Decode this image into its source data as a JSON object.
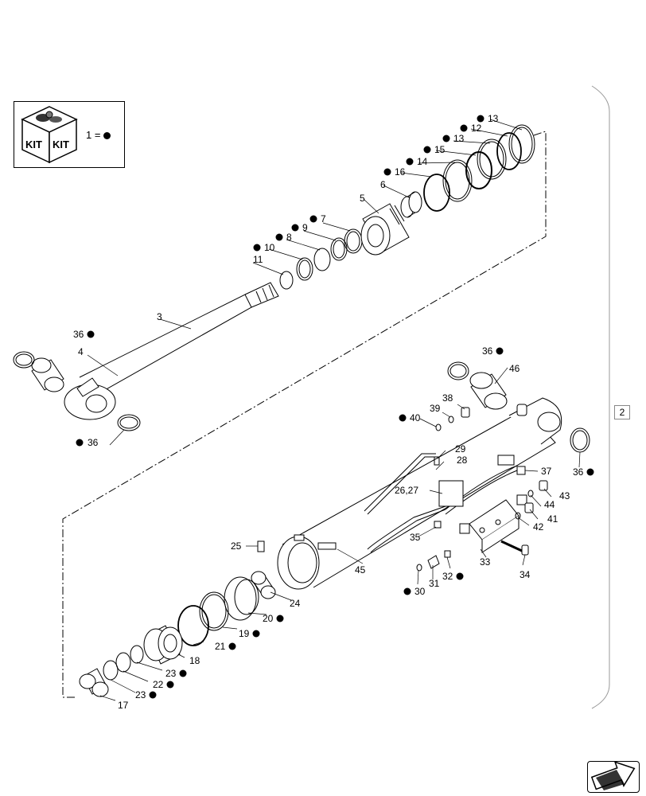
{
  "legend": {
    "kit_text": "KIT",
    "equation": "1 ="
  },
  "group_label": "2",
  "labels": [
    {
      "id": "13a",
      "text": "13",
      "dot": true
    },
    {
      "id": "12",
      "text": "12",
      "dot": true
    },
    {
      "id": "13b",
      "text": "13",
      "dot": true
    },
    {
      "id": "15",
      "text": "15",
      "dot": true
    },
    {
      "id": "14",
      "text": "14",
      "dot": true
    },
    {
      "id": "16",
      "text": "16",
      "dot": true
    },
    {
      "id": "6",
      "text": "6",
      "dot": false
    },
    {
      "id": "5",
      "text": "5",
      "dot": false
    },
    {
      "id": "7",
      "text": "7",
      "dot": true
    },
    {
      "id": "9",
      "text": "9",
      "dot": true
    },
    {
      "id": "8",
      "text": "8",
      "dot": true
    },
    {
      "id": "10",
      "text": "10",
      "dot": true
    },
    {
      "id": "11",
      "text": "11",
      "dot": false
    },
    {
      "id": "3",
      "text": "3",
      "dot": false
    },
    {
      "id": "36a",
      "text": "36",
      "dot": true
    },
    {
      "id": "4",
      "text": "4",
      "dot": false
    },
    {
      "id": "36b",
      "text": "36",
      "dot": true
    },
    {
      "id": "36c",
      "text": "36",
      "dot": true
    },
    {
      "id": "46",
      "text": "46",
      "dot": false
    },
    {
      "id": "38",
      "text": "38",
      "dot": false
    },
    {
      "id": "39",
      "text": "39",
      "dot": false
    },
    {
      "id": "40",
      "text": "40",
      "dot": true
    },
    {
      "id": "29",
      "text": "29",
      "dot": false
    },
    {
      "id": "28",
      "text": "28",
      "dot": false
    },
    {
      "id": "37",
      "text": "37",
      "dot": false
    },
    {
      "id": "36d",
      "text": "36",
      "dot": true
    },
    {
      "id": "2627",
      "text": "26,27",
      "dot": false
    },
    {
      "id": "43",
      "text": "43",
      "dot": false
    },
    {
      "id": "44",
      "text": "44",
      "dot": false
    },
    {
      "id": "41",
      "text": "41",
      "dot": false
    },
    {
      "id": "42",
      "text": "42",
      "dot": false
    },
    {
      "id": "35",
      "text": "35",
      "dot": false
    },
    {
      "id": "25",
      "text": "25",
      "dot": false
    },
    {
      "id": "45",
      "text": "45",
      "dot": false
    },
    {
      "id": "33",
      "text": "33",
      "dot": false
    },
    {
      "id": "34",
      "text": "34",
      "dot": false
    },
    {
      "id": "32",
      "text": "32",
      "dot": true
    },
    {
      "id": "31",
      "text": "31",
      "dot": false
    },
    {
      "id": "30",
      "text": "30",
      "dot": true
    },
    {
      "id": "24",
      "text": "24",
      "dot": false
    },
    {
      "id": "20",
      "text": "20",
      "dot": true
    },
    {
      "id": "19",
      "text": "19",
      "dot": true
    },
    {
      "id": "21",
      "text": "21",
      "dot": true
    },
    {
      "id": "18",
      "text": "18",
      "dot": false
    },
    {
      "id": "23a",
      "text": "23",
      "dot": true
    },
    {
      "id": "22",
      "text": "22",
      "dot": true
    },
    {
      "id": "23b",
      "text": "23",
      "dot": true
    },
    {
      "id": "17",
      "text": "17",
      "dot": false
    }
  ]
}
